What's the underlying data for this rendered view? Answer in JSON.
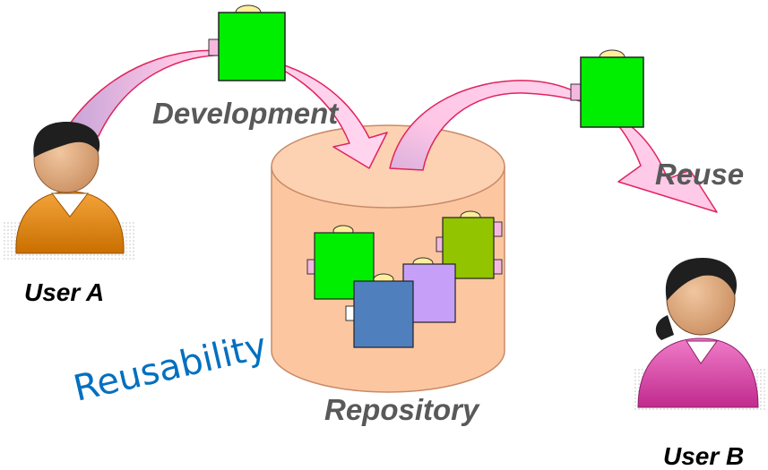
{
  "labels": {
    "development": "Development",
    "reuse": "Reuse",
    "repository": "Repository",
    "reusability": "Reusability",
    "user_a": "User A",
    "user_b": "User B"
  },
  "colors": {
    "arrow_fill": "#ffc6e6",
    "arrow_stroke": "#e0245e",
    "arrow_tail": "#c3a3d7",
    "cylinder_fill": "#fcc7a0",
    "cylinder_stroke": "#c98a68",
    "component_green": "#00ee00",
    "component_olive": "#92c400",
    "component_lavender": "#c6a0f8",
    "component_blue": "#4f7fbd",
    "component_tab": "#ffef9a",
    "component_port": "#f4b8e0",
    "user_a_body": "#e98d0f",
    "user_b_body": "#e04aae",
    "skin": "#dba57b",
    "hair": "#1f1f1f",
    "reusability_text": "#0070c0",
    "label_text": "#595959"
  },
  "icons": {
    "user_a": "person-icon",
    "user_b": "person-icon",
    "repository": "database-cylinder-icon",
    "component": "puzzle-component-icon"
  }
}
